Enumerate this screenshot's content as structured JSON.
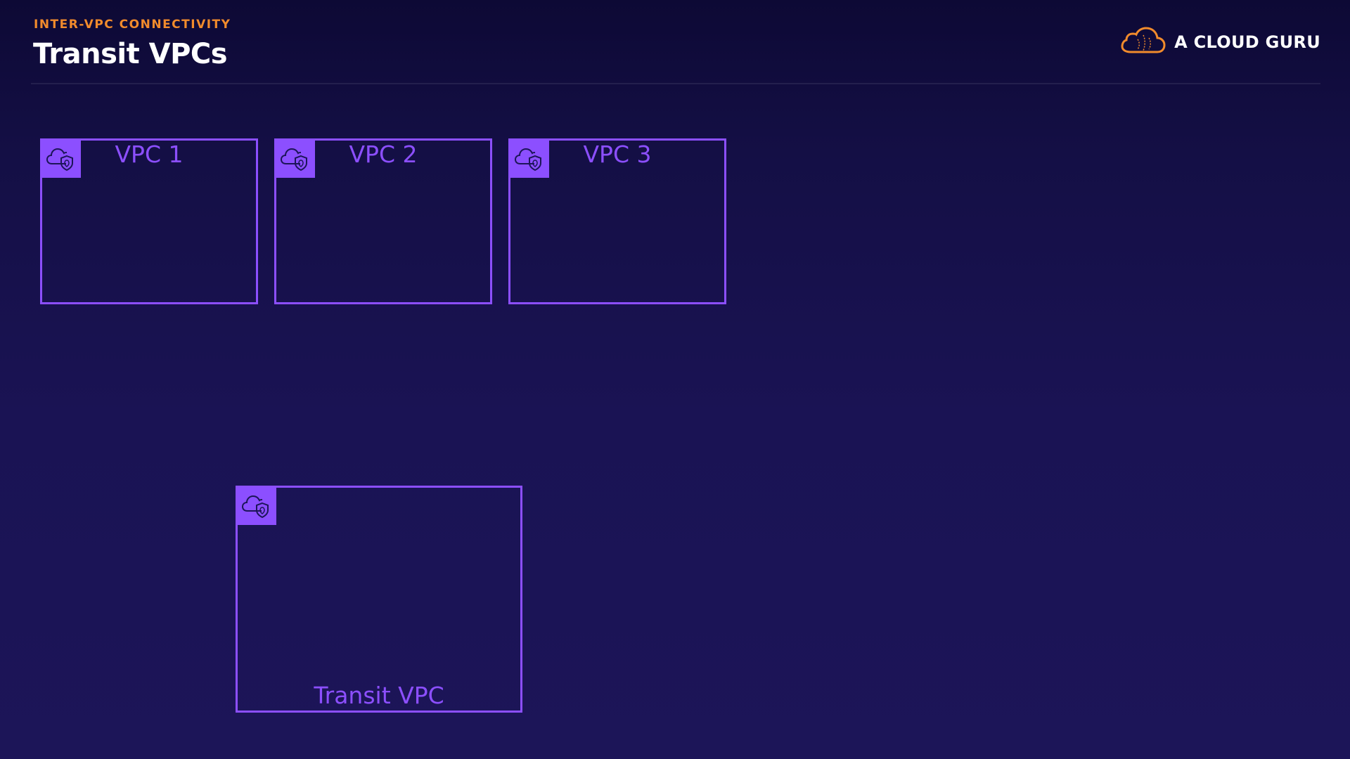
{
  "header": {
    "eyebrow": "INTER-VPC CONNECTIVITY",
    "title": "Transit VPCs"
  },
  "brand": {
    "name": "A CLOUD GURU",
    "logo_icon": "cloud-logo-icon",
    "accent_color": "#f18b2c"
  },
  "diagram": {
    "vpc_color": "#8c4fff",
    "vpcs": [
      {
        "label": "VPC 1",
        "icon": "vpc-cloud-shield-icon"
      },
      {
        "label": "VPC 2",
        "icon": "vpc-cloud-shield-icon"
      },
      {
        "label": "VPC 3",
        "icon": "vpc-cloud-shield-icon"
      }
    ],
    "transit_vpc": {
      "label": "Transit VPC",
      "icon": "vpc-cloud-shield-icon"
    }
  }
}
